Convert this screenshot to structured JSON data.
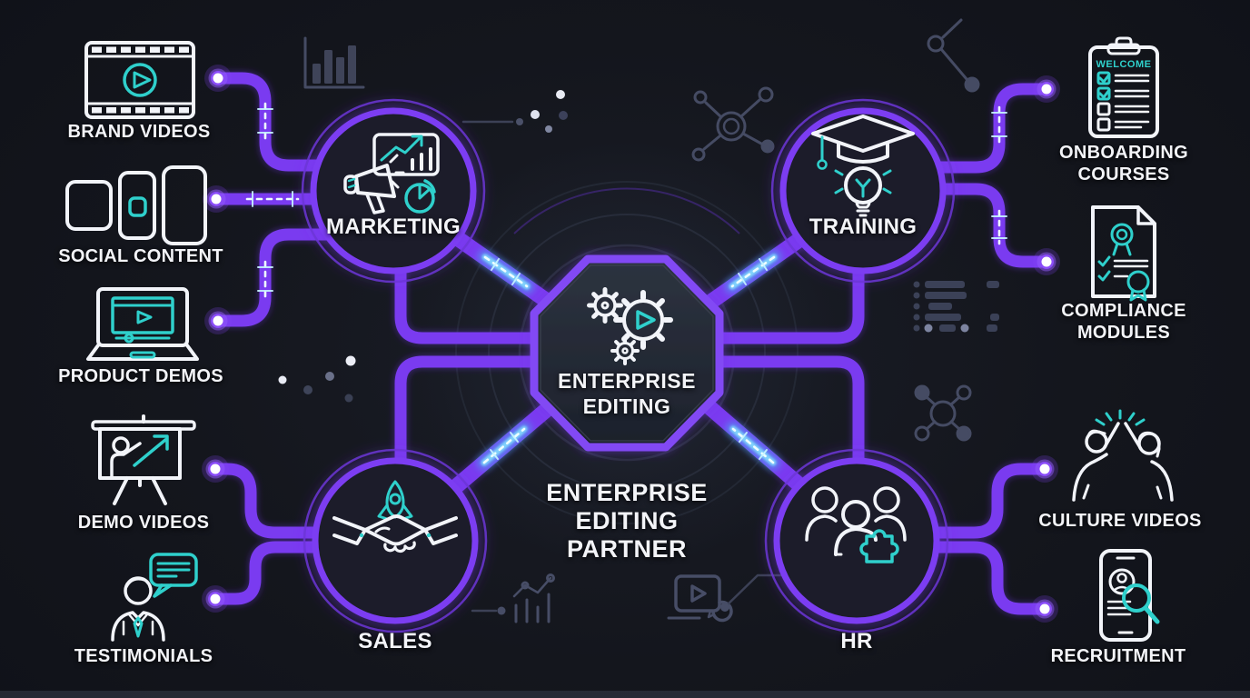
{
  "background_color": "#14161d",
  "colors": {
    "wire_purple": "#7a3bf0",
    "ring_purple": "#7c3ef2",
    "packet_cyan": "#35d8f2",
    "accent_teal": "#2fd0cc",
    "node_white": "#ffffff",
    "text_white": "#f3f4f8",
    "decor_slate": "#454b63",
    "hub_fill": "#1a1e29",
    "octagon_stroke": "#8248f4"
  },
  "center": {
    "hub_title": "ENTERPRISE EDITING",
    "caption": "ENTERPRISE EDITING PARTNER",
    "icon": "gears-play-icon"
  },
  "hubs": {
    "marketing": {
      "label": "MARKETING",
      "icon": "megaphone-analytics-icon"
    },
    "training": {
      "label": "TRAINING",
      "icon": "graduation-lightbulb-icon"
    },
    "sales": {
      "label": "SALES",
      "icon": "handshake-rocket-icon"
    },
    "hr": {
      "label": "HR",
      "icon": "team-puzzle-icon"
    }
  },
  "left_items": [
    {
      "label": "BRAND VIDEOS",
      "icon": "filmstrip-play-icon"
    },
    {
      "label": "SOCIAL CONTENT",
      "icon": "social-devices-icon"
    },
    {
      "label": "PRODUCT DEMOS",
      "icon": "laptop-video-icon"
    },
    {
      "label": "DEMO VIDEOS",
      "icon": "presentation-chart-icon"
    },
    {
      "label": "TESTIMONIALS",
      "icon": "person-speech-icon"
    }
  ],
  "right_items": [
    {
      "label": "ONBOARDING COURSES",
      "icon": "welcome-checklist-icon",
      "badge": "WELCOME"
    },
    {
      "label": "COMPLIANCE MODULES",
      "icon": "certificate-badge-icon"
    },
    {
      "label": "CULTURE VIDEOS",
      "icon": "high-five-icon"
    },
    {
      "label": "RECRUITMENT",
      "icon": "phone-search-icon"
    }
  ],
  "decor": {
    "items": [
      "bar-chart",
      "scatter-dots",
      "network-node",
      "data-list",
      "line-chart",
      "video-sync",
      "circuit-trace"
    ]
  }
}
